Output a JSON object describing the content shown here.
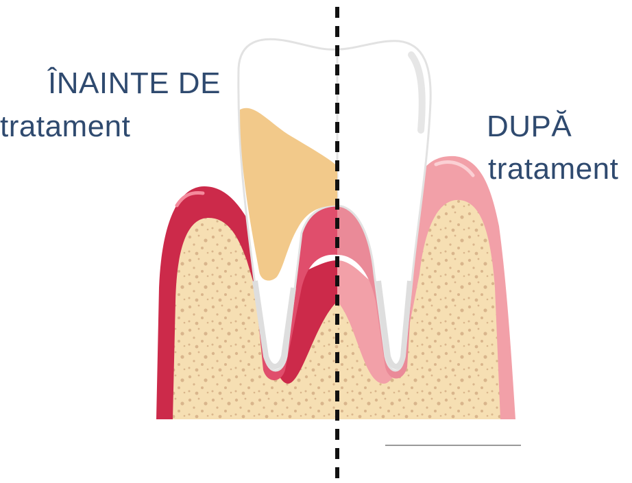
{
  "labels": {
    "before_line1": "ÎNAINTE DE",
    "before_line2": "tratament",
    "after_line1": "DUPĂ",
    "after_line2": "tratament"
  },
  "colors": {
    "text": "#2f4a6f",
    "bone": "#f6dfb3",
    "bone_spots": "#d9b58c",
    "gum_inflamed": "#cc2a4a",
    "gum_healthy": "#f2a0a8",
    "tooth": "#ffffff",
    "tooth_shadow": "#dcdcdc",
    "tartar": "#f2c98a",
    "divider": "#111111"
  }
}
